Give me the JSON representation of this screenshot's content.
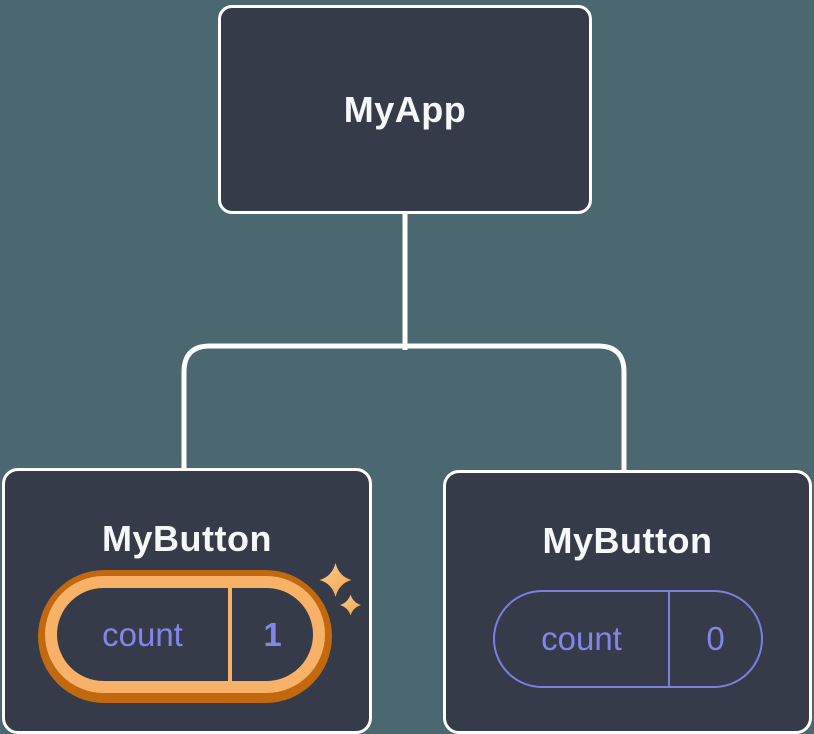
{
  "tree": {
    "root": {
      "label": "MyApp"
    },
    "children": [
      {
        "label": "MyButton",
        "highlighted": true,
        "state": {
          "name": "count",
          "value": "1"
        }
      },
      {
        "label": "MyButton",
        "highlighted": false,
        "state": {
          "name": "count",
          "value": "0"
        }
      }
    ]
  },
  "icons": {
    "sparkle": "✦"
  },
  "colors": {
    "background": "#4b6770",
    "node_fill": "#353b48",
    "node_border": "#ffffff",
    "node_text": "#f6f7f9",
    "connector": "#ffffff",
    "state_text": "#8286ea",
    "state_border": "#7a80e2",
    "highlight_dark": "#c2690f",
    "highlight_light": "#f7b267",
    "sparkle_light": "#fbcf8e",
    "sparkle_dark": "#f1a149"
  }
}
